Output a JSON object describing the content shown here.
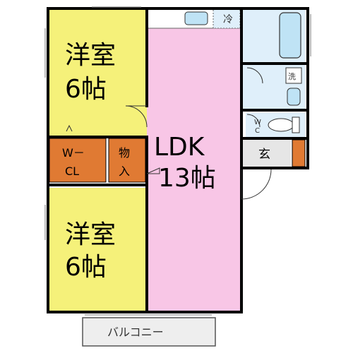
{
  "rooms": {
    "western_top": {
      "kind": "洋室",
      "size": "6帖"
    },
    "western_bottom": {
      "kind": "洋室",
      "size": "6帖"
    },
    "ldk": {
      "kind": "LDK",
      "size": "13帖"
    },
    "walk_in_closet": {
      "line1": "W－",
      "line2": "CL"
    },
    "storage": {
      "line1": "物",
      "line2": "入"
    },
    "entrance": {
      "label": "玄"
    },
    "balcony": {
      "label": "バルコニー"
    },
    "toilet": {
      "line1": "W",
      "line2": "C"
    },
    "washer": {
      "label": "洗"
    },
    "fridge": {
      "label": "冷"
    }
  },
  "colors": {
    "western_room": "#f5f17a",
    "ldk": "#f8c6e6",
    "closet": "#e07a33",
    "wet_area": "#dfeffa",
    "entrance": "#e6e6e6",
    "balcony": "#eeeeee",
    "wall": "#000000"
  }
}
